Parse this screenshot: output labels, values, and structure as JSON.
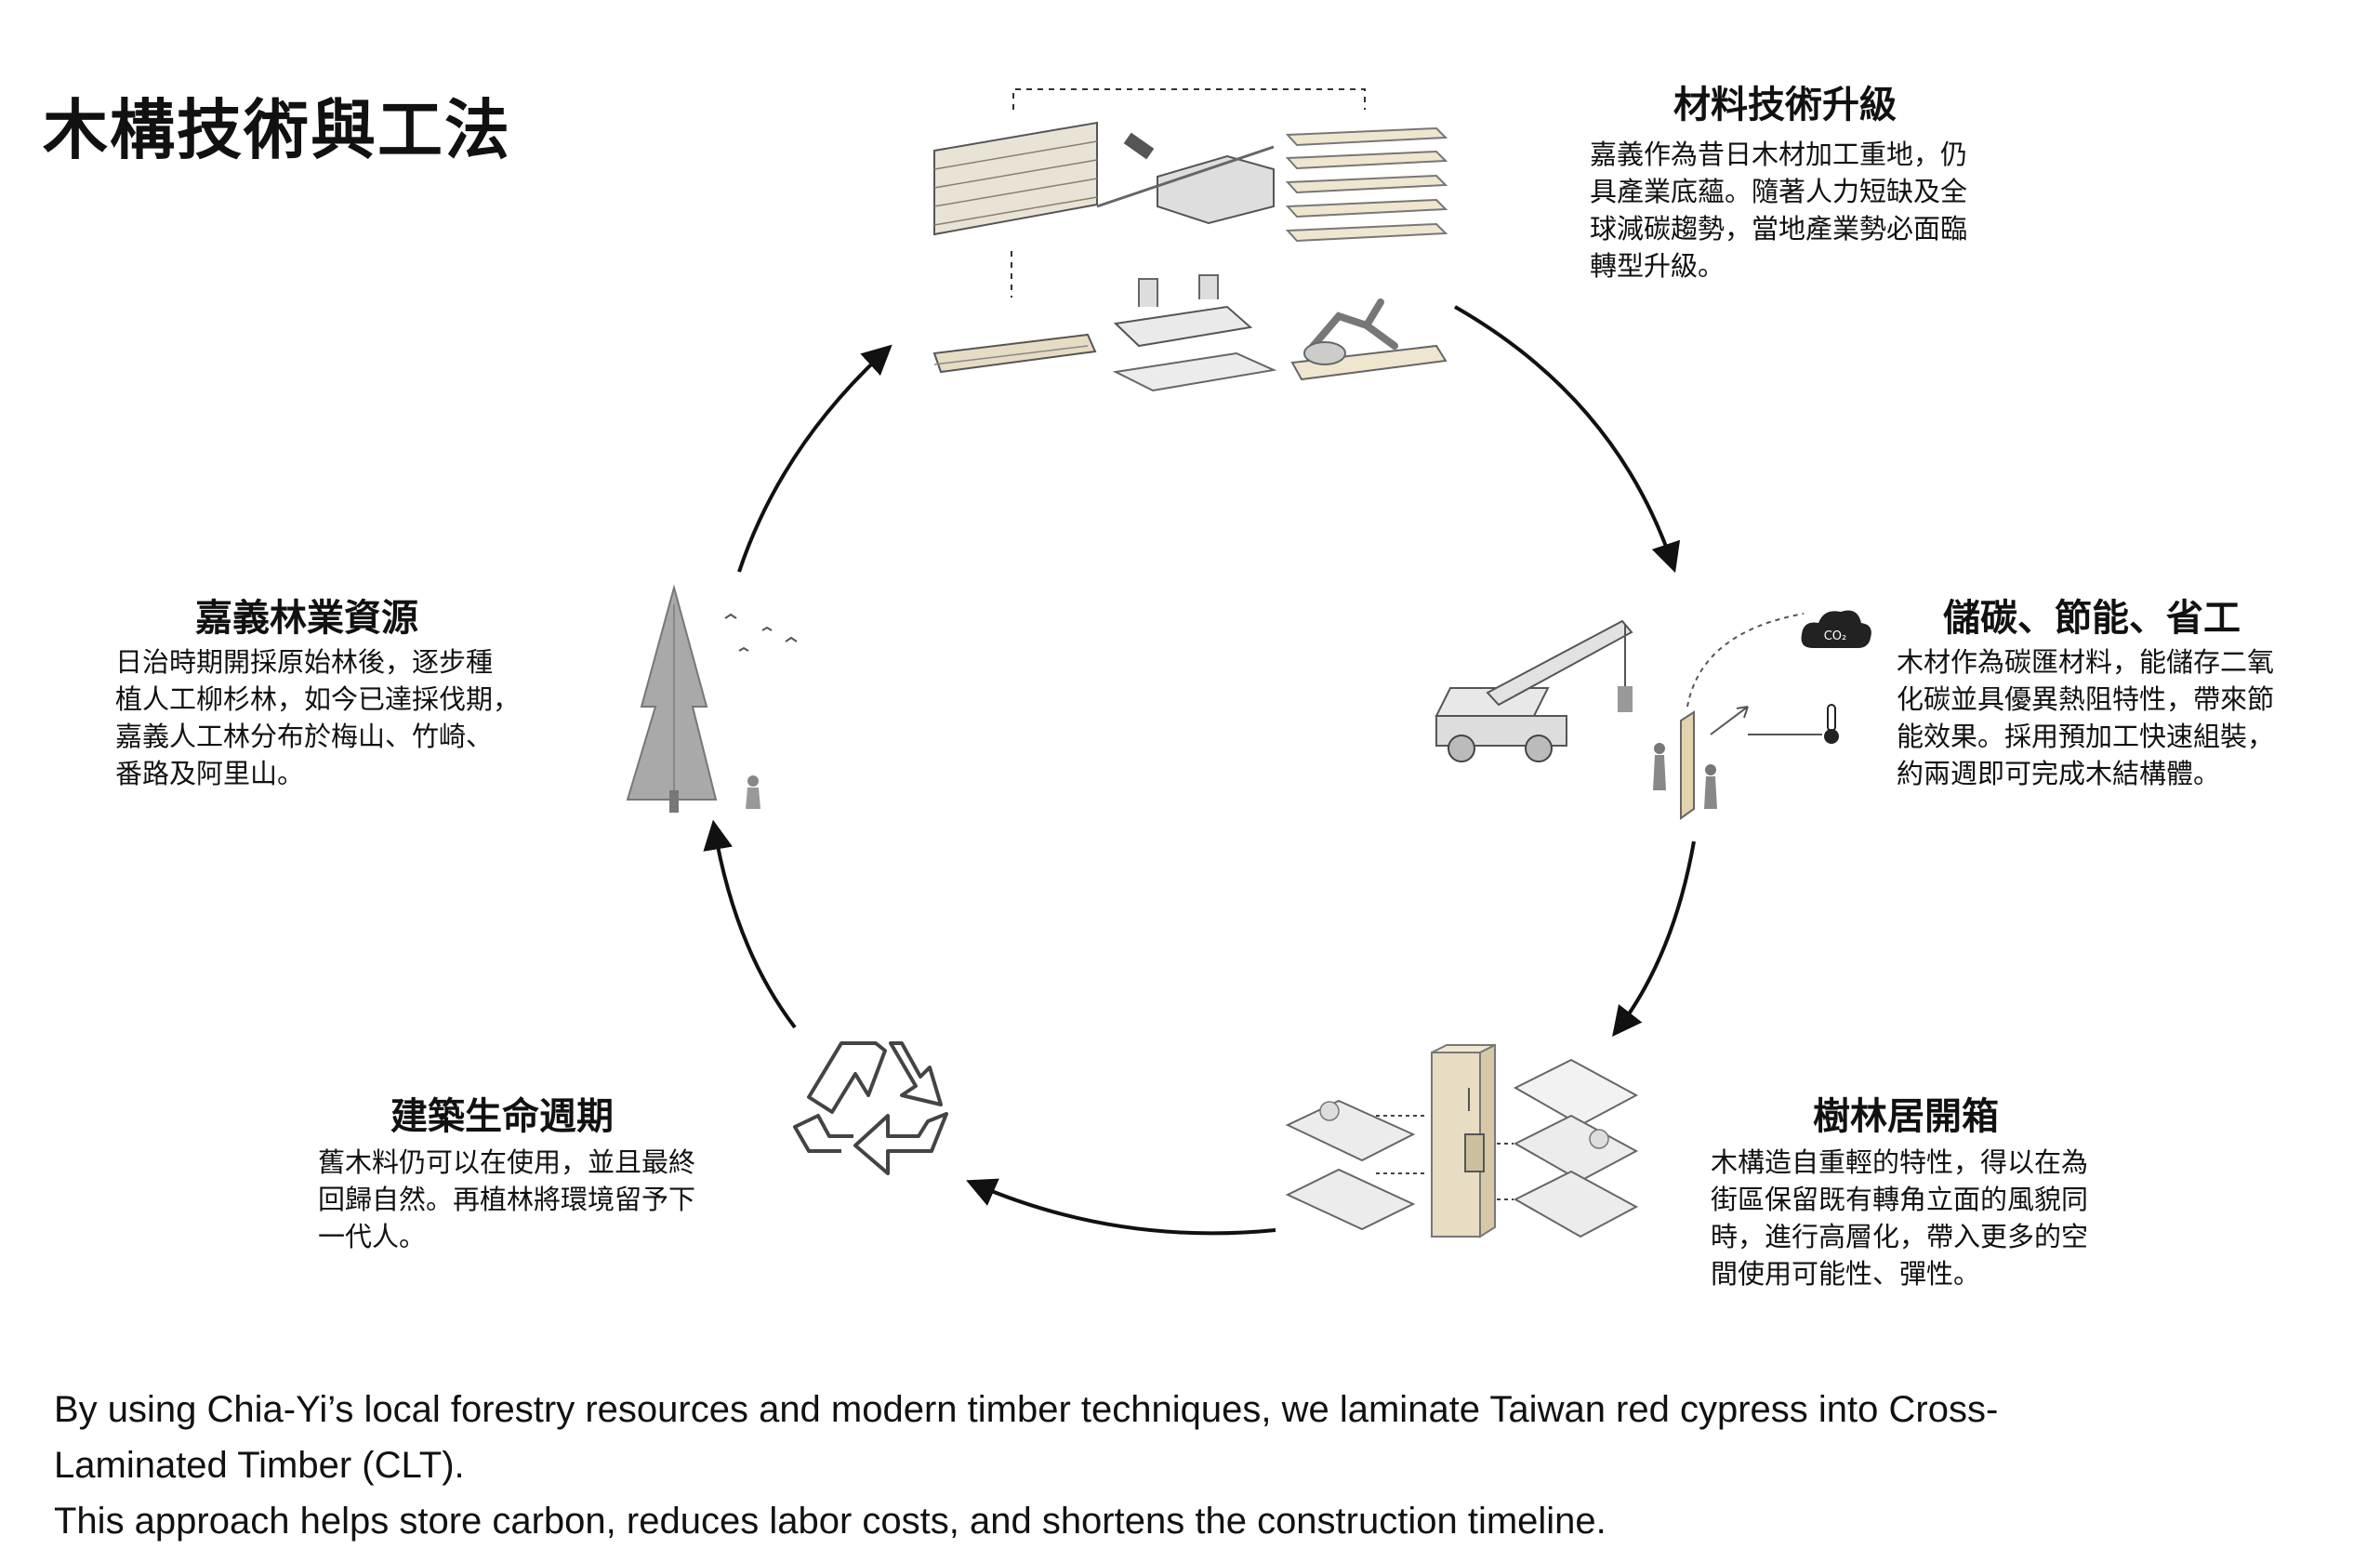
{
  "title": "木構技術與工法",
  "sections": {
    "materials": {
      "title": "材料技術升級",
      "lines": [
        "嘉義作為昔日木材加工重地，仍",
        "具產業底蘊。隨著人力短缺及全",
        "球減碳趨勢，當地產業勢必面臨",
        "轉型升級。"
      ]
    },
    "carbon": {
      "title": "儲碳、節能、省工",
      "lines": [
        "木材作為碳匯材料，能儲存二氧",
        "化碳並具優異熱阻特性，帶來節",
        "能效果。採用預加工快速組裝，",
        "約兩週即可完成木結構體。"
      ],
      "co2_label": "CO₂"
    },
    "box": {
      "title": "樹林居開箱",
      "lines": [
        "木構造自重輕的特性，得以在為",
        "街區保留既有轉角立面的風貌同",
        "時，進行高層化，帶入更多的空",
        "間使用可能性、彈性。"
      ]
    },
    "lifecycle": {
      "title": "建築生命週期",
      "lines": [
        "舊木料仍可以在使用，並且最終",
        "回歸自然。再植林將環境留予下",
        "一代人。"
      ]
    },
    "forestry": {
      "title": "嘉義林業資源",
      "lines": [
        "日治時期開採原始林後，逐步種",
        "植人工柳杉林，如今已達採伐期，",
        "嘉義人工林分布於梅山、竹崎、",
        "番路及阿里山。"
      ]
    }
  },
  "icons": {
    "timber": "timber-processing-illustration",
    "crane": "crane-construction-illustration",
    "cloud": "co2-cloud-icon",
    "thermometer": "thermometer-icon",
    "building": "exploded-building-axonometric",
    "recycle": "recycle-icon",
    "tree": "cypress-tree-illustration"
  },
  "footer": {
    "lines": [
      "By using Chia-Yi’s local forestry resources and modern timber techniques, we laminate Taiwan red cypress into Cross-",
      "Laminated Timber (CLT).",
      "This approach helps store carbon, reduces labor costs, and shortens the construction timeline."
    ]
  }
}
